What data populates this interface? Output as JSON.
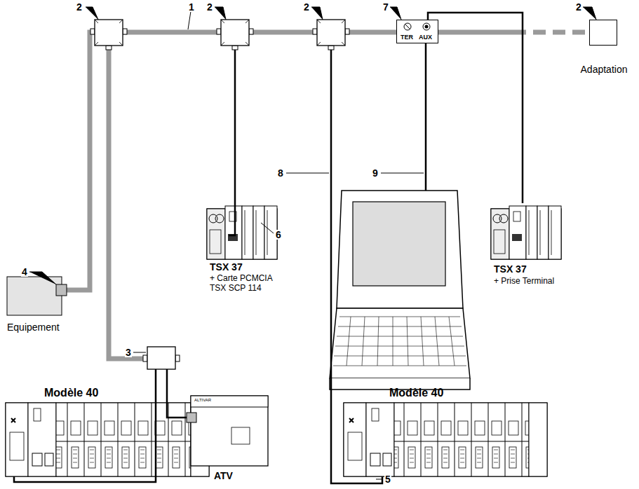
{
  "diagram": {
    "nodes": [
      {
        "text": [
          "TER",
          "AUX"
        ]
      },
      {
        "text": [
          "Adaptation"
        ]
      },
      {
        "text": [
          "Equipement"
        ]
      },
      {
        "text": [
          "TSX 37",
          "+ Carte PCMCIA TSX SCP 114"
        ]
      },
      {
        "text": [
          "TSX 37",
          "+ Prise Terminal"
        ]
      },
      {
        "text": [
          "Modèle 40"
        ]
      },
      {
        "text": [
          "ATV"
        ]
      },
      {
        "text": [
          "Modèle 40"
        ]
      }
    ],
    "edges": [
      {
        "from": 0,
        "to": 1,
        "arrow": "none"
      },
      {
        "from": 0,
        "to": 4,
        "arrow": "none"
      }
    ],
    "labels": [
      "2",
      "1",
      "2",
      "2",
      "2",
      "7",
      "3",
      "4",
      "5",
      "6",
      "8",
      "9",
      "ALTIVAR"
    ]
  }
}
